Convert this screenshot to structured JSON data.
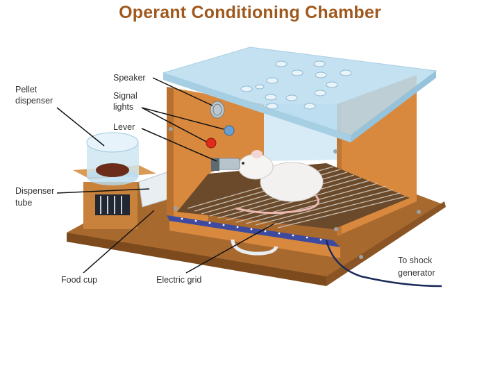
{
  "title": "Operant Conditioning Chamber",
  "labels": {
    "speaker": "Speaker",
    "signal_lights_1": "Signal",
    "signal_lights_2": "lights",
    "lever": "Lever",
    "pellet_dispenser_1": "Pellet",
    "pellet_dispenser_2": "dispenser",
    "dispenser_tube_1": "Dispenser",
    "dispenser_tube_2": "tube",
    "food_cup": "Food cup",
    "electric_grid": "Electric grid",
    "shock_generator_1": "To shock",
    "shock_generator_2": "generator"
  },
  "colors": {
    "title": "#a0581c",
    "wood": "#d9893e",
    "base": "#a8692f",
    "glass": "#b9dcef",
    "signal_blue": "#6a9fd4",
    "signal_red": "#e02a1a",
    "grid_strip": "#3d4aa0"
  }
}
